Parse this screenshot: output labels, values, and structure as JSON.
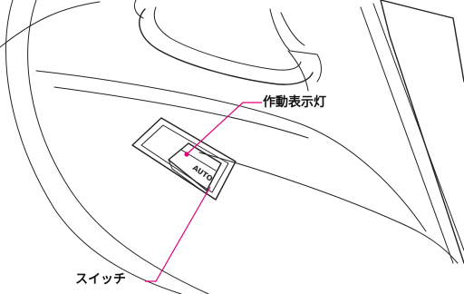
{
  "labels": {
    "indicator": "作動表示灯",
    "switch": "スイッチ",
    "auto": "AUTO"
  },
  "colors": {
    "line_art": "#222222",
    "leader_line": "#e0007a",
    "background": "#ffffff",
    "indicator_lamp": "#e0007a"
  }
}
